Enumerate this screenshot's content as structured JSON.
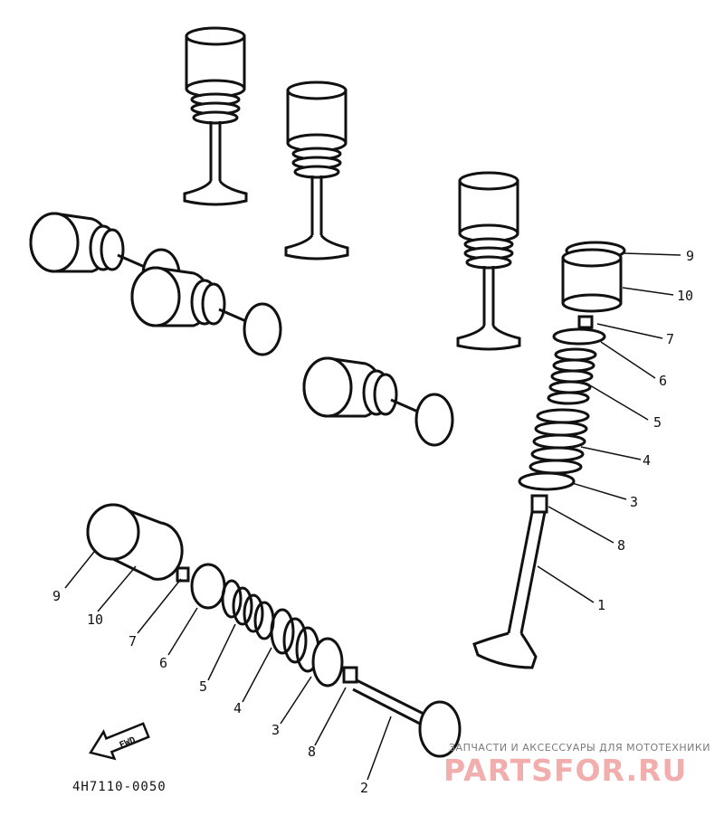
{
  "diagram_code": "4H7110-0050",
  "fwd_label": "FWD",
  "watermark": {
    "tagline": "ЗАПЧАСТИ И АКСЕССУАРЫ ДЛЯ МОТОТЕХНИКИ",
    "brand": "PARTSFOR.RU",
    "color": "#dc2828"
  },
  "callouts_right": [
    "9",
    "10",
    "7",
    "6",
    "5",
    "4",
    "3",
    "8",
    "1"
  ],
  "callouts_left": [
    "9",
    "10",
    "7",
    "6",
    "5",
    "4",
    "3",
    "8",
    "2"
  ]
}
